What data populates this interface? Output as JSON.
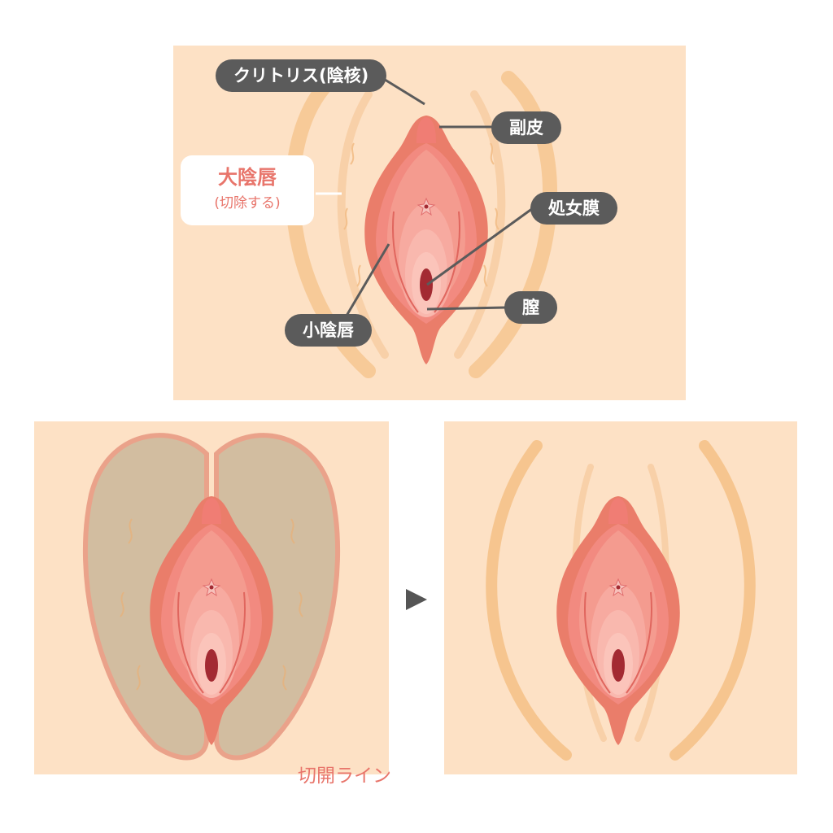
{
  "top_labels": {
    "clitoris": "クリトリス(陰核)",
    "prepuce": "副皮",
    "labia_majora": "大陰唇",
    "labia_majora_note": "(切除する)",
    "hymen": "処女膜",
    "vagina": "膣",
    "labia_minora": "小陰唇"
  },
  "incision_label": "切開ライン",
  "colors": {
    "skin": "#fde1c5",
    "fold": "#f6c58f",
    "tissue_outer": "#ea7d6a",
    "tissue_inner": "#f28a80",
    "vagina": "#a32a32",
    "label_bg": "#5b5b5b",
    "accent_text": "#e8756b",
    "excision_overlay": "#d2bda0"
  },
  "icons": {
    "arrow": "right-triangle-icon"
  }
}
